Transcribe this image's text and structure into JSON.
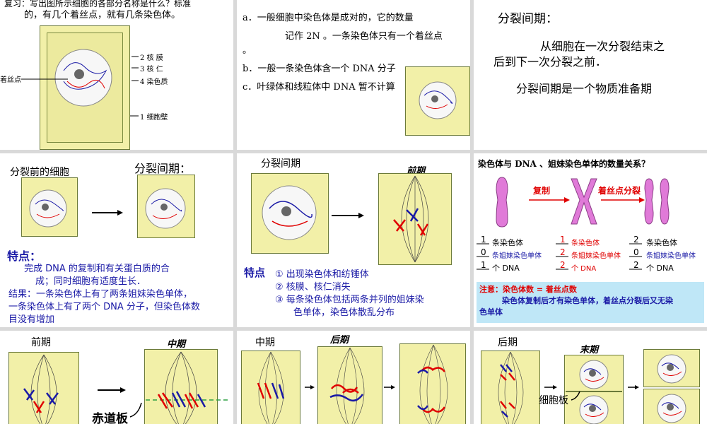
{
  "p1": {
    "title_line1": "复习：写出图所示细胞的各部分名称是什么？标准",
    "title_line2": "的，有几个着丝点，就有几条染色体。",
    "label_membrane": "2 核 膜",
    "label_nucleolus": "3 核  仁",
    "label_chromatin": "4 染色质",
    "label_centromere": "着丝点",
    "label_wall": "1  细胞壁"
  },
  "p2": {
    "line_a1": "a．一般细胞中染色体是成对的，它的数量",
    "line_a2": "记作 2N 。一条染色体只有一个着丝点",
    "line_a3": "。",
    "line_b": "b．一般一条染色体含一个 DNA 分子",
    "line_c": "c．叶绿体和线粒体中 DNA 暂不计算"
  },
  "p3": {
    "heading": "分裂间期：",
    "text1": "从细胞在一次分裂结束之",
    "text2": "后到下一次分裂之前．",
    "text3": "分裂间期是一个物质准备期"
  },
  "p4": {
    "label_before": "分裂前的细胞",
    "label_interphase": "分裂间期：",
    "feature_title": "特点：",
    "feature_line1": "完成 DNA 的复制和有关蛋白质的合",
    "feature_line2": "成；同时细胞有适度生长．",
    "result_line1": "结果：一条染色体上有了两条姐妹染色单体，",
    "result_line2": "一条染色体上有了两个 DNA 分子，但染色体数",
    "result_line3": "目没有增加"
  },
  "p5": {
    "label_interphase": "分裂间期",
    "label_prophase": "前期",
    "feature_title": "特点",
    "item1": "① 出现染色体和纺锤体",
    "item2": "② 核膜、核仁消失",
    "item3a": "③ 每条染色体包括两条并列的姐妹染",
    "item3b": "色单体，染色体散乱分布"
  },
  "p6": {
    "title": "染色体与 DNA 、姐妹染色单体的数量关系？",
    "arrow_replicate": "复制",
    "arrow_split": "着丝点分裂",
    "col1": [
      {
        "num": "1",
        "label": "条染色体"
      },
      {
        "num": "0",
        "label": "条姐妹染色单体"
      },
      {
        "num": "1",
        "label": "个 DNA"
      }
    ],
    "col2": [
      {
        "num": "1",
        "label": "条染色体"
      },
      {
        "num": "2",
        "label": "条姐妹染色单体"
      },
      {
        "num": "2",
        "label": "个 DNA"
      }
    ],
    "col3": [
      {
        "num": "2",
        "label": "条染色体"
      },
      {
        "num": "0",
        "label": "条姐妹染色单体"
      },
      {
        "num": "2",
        "label": "个    DNA"
      }
    ],
    "note_line1": "注意：染色体数  =  着丝点数",
    "note_line2": "染色体复制后才有染色单体，着丝点分裂后又无染",
    "note_line3": "色单体"
  },
  "p7": {
    "label_prophase": "前期",
    "label_metaphase": "中期",
    "label_plate": "赤道板"
  },
  "p8": {
    "label_metaphase": "中期",
    "label_anaphase": "后期"
  },
  "p9": {
    "label_anaphase": "后期",
    "label_telophase": "末期",
    "label_cellplate": "细胞板"
  },
  "colors": {
    "cell_fill": "#f2f0a8",
    "chromosome_red": "#e00000",
    "chromosome_blue": "#1a1aa6",
    "chromosome_pink": "#e07ad8",
    "note_bg": "#bfe7f7"
  }
}
